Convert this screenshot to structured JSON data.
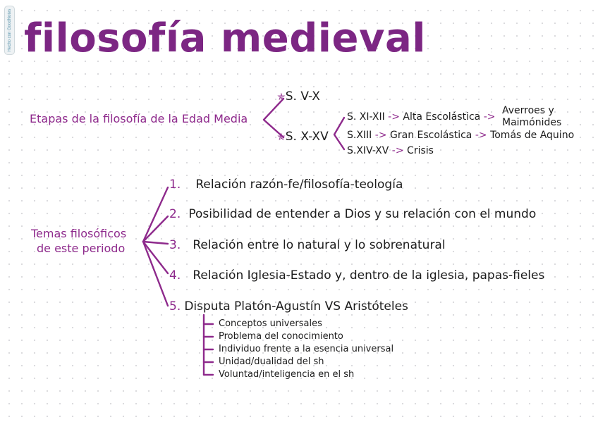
{
  "side_tab": "Hecho con GoodNotes",
  "title": "filosofía medieval",
  "etapas": {
    "label": "Etapas de la filosofía de la Edad Media",
    "s1": "S. V-X",
    "s2": "S. X-XV",
    "sub": [
      {
        "period": "S. XI-XII",
        "arrow": "->",
        "name": "Alta Escolástica",
        "arrow2": "->",
        "result_line1": "Averroes y",
        "result_line2": "Maimónides"
      },
      {
        "period": "S.XIII",
        "arrow": "->",
        "name": "Gran Escolástica",
        "arrow2": "->",
        "result": "Tomás de Aquino"
      },
      {
        "period": "S.XIV-XV",
        "arrow": "->",
        "name": "Crisis"
      }
    ]
  },
  "temas": {
    "label_line1": "Temas filosóficos",
    "label_line2": "de este periodo",
    "items": [
      {
        "num": "1.",
        "text": "Relación razón-fe/filosofía-teología"
      },
      {
        "num": "2.",
        "text": "Posibilidad de entender a Dios y su relación con el mundo"
      },
      {
        "num": "3.",
        "text": "Relación entre lo natural y lo sobrenatural"
      },
      {
        "num": "4.",
        "text": "Relación Iglesia-Estado y, dentro de la iglesia, papas-fieles"
      },
      {
        "num": "5.",
        "text": "Disputa Platón-Agustín VS Aristóteles"
      }
    ],
    "subitems": [
      "Conceptos universales",
      "Problema del conocimiento",
      "Individuo frente a la esencia universal",
      "Unidad/dualidad del sh",
      "Voluntad/inteligencia en el sh"
    ]
  }
}
